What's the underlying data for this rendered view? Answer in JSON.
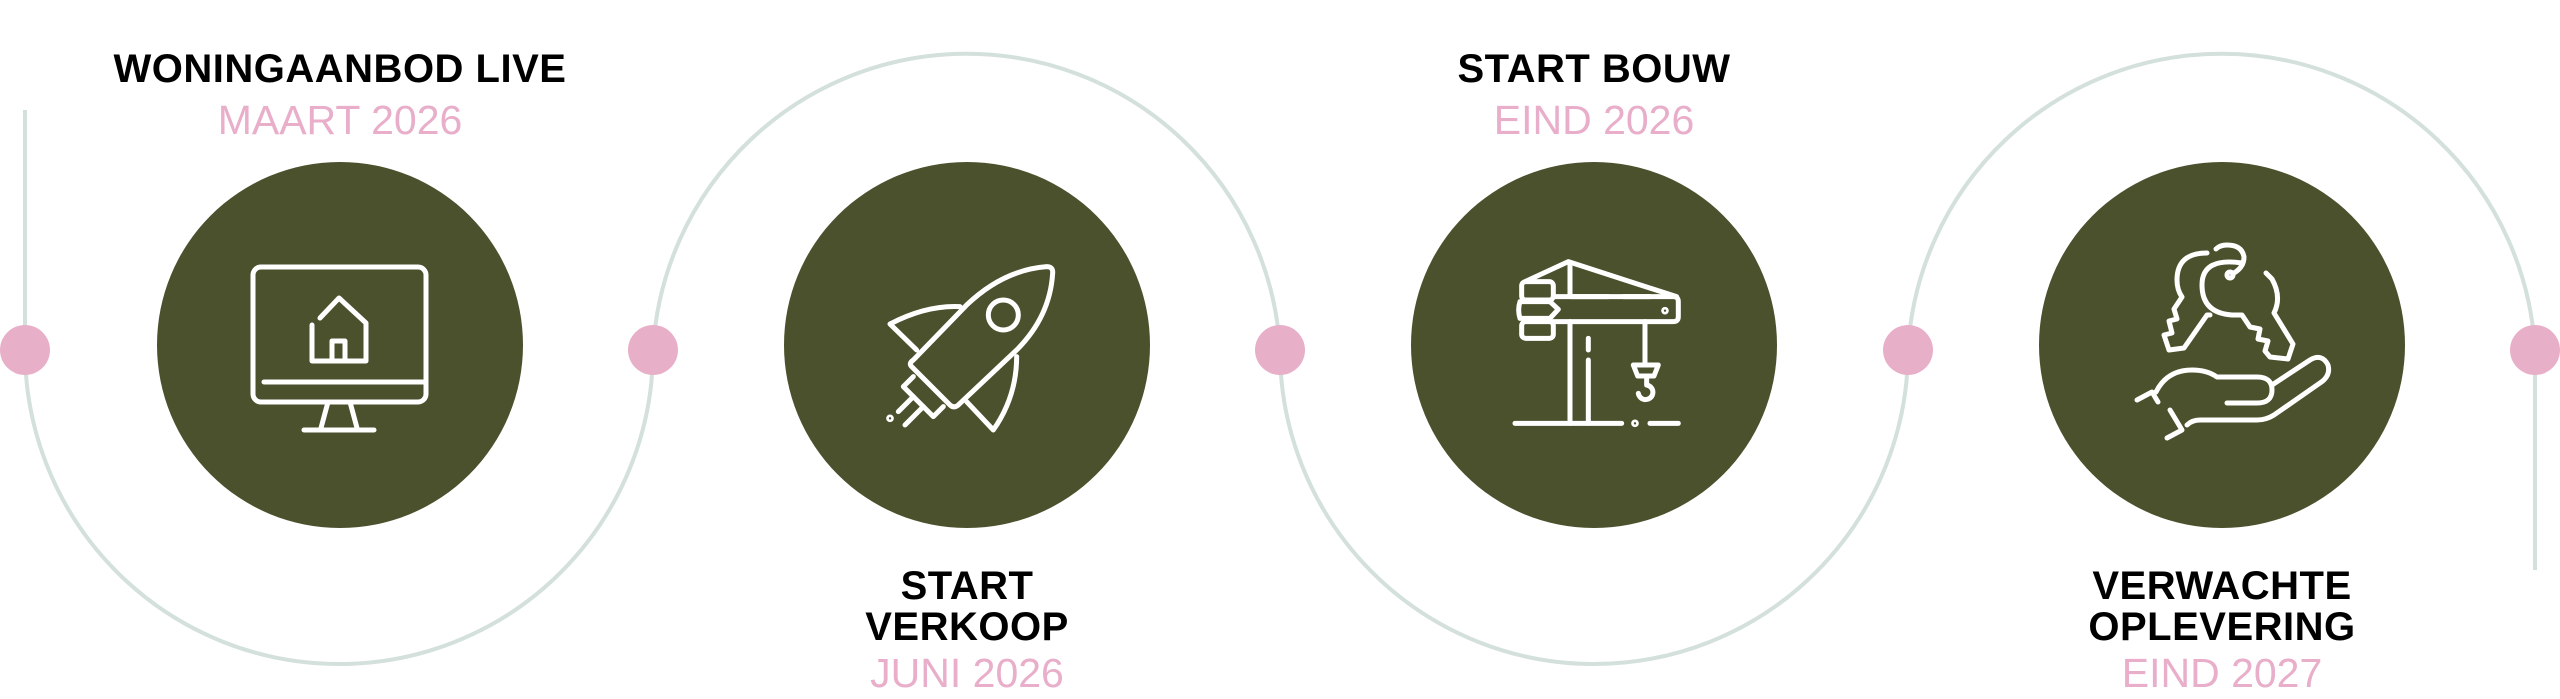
{
  "colors": {
    "circle_fill": "#4A512C",
    "dot": "#E8B0C8",
    "path_line": "#D3E0DC",
    "date_text": "#E8AECA",
    "icon_stroke": "#FFFFFF"
  },
  "milestones": [
    {
      "title_lines": [
        "WONINGAANBOD LIVE"
      ],
      "date": "MAART 2026",
      "icon": "monitor-house-icon"
    },
    {
      "title_lines": [
        "START",
        "VERKOOP"
      ],
      "date": "JUNI 2026",
      "icon": "rocket-icon"
    },
    {
      "title_lines": [
        "START BOUW"
      ],
      "date": "EIND 2026",
      "icon": "construction-crane-icon"
    },
    {
      "title_lines": [
        "VERWACHTE",
        "OPLEVERING"
      ],
      "date": "EIND 2027",
      "icon": "keys-in-hand-icon"
    }
  ]
}
